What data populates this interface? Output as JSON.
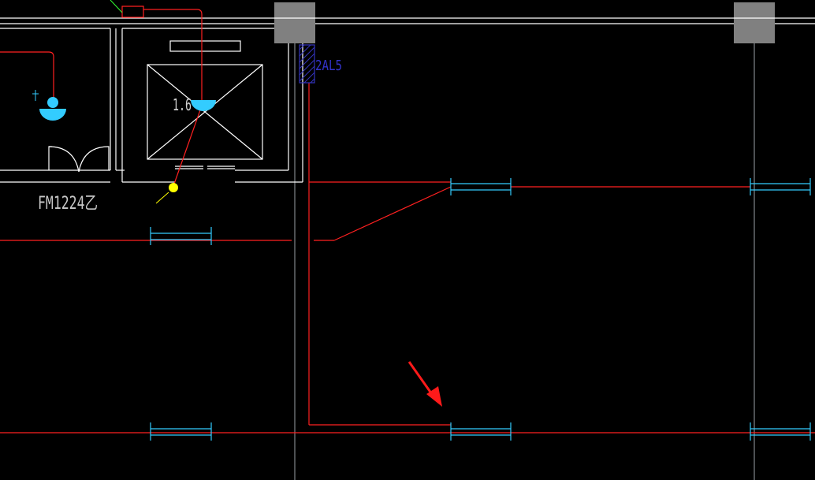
{
  "labels": {
    "panel_tag": "2AL5",
    "door_tag": "FM1224乙",
    "mounting_height": "1.6"
  },
  "colors": {
    "background": "#000000",
    "wall": "#ffffff",
    "circuit": "#ff2020",
    "fixture": "#33ccff",
    "panel": "#3333bb",
    "column": "#808080",
    "junction": "#ffff00",
    "annotation_text": "#3333cc",
    "leader": "#33ff33",
    "arrow": "#ff1a1a"
  }
}
